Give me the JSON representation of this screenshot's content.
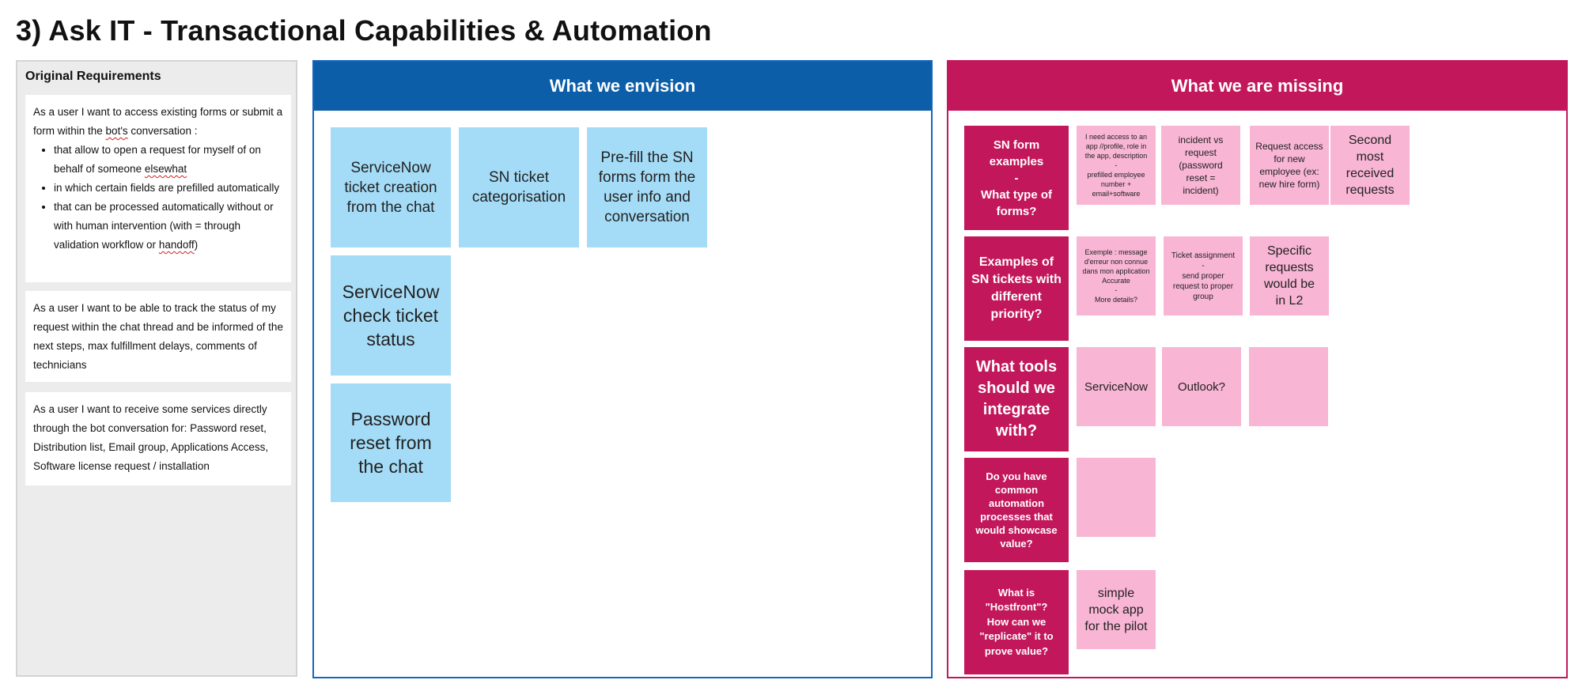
{
  "title": "3) Ask IT - Transactional Capabilities & Automation",
  "requirements": {
    "heading": "Original Requirements",
    "card1": {
      "intro_a": "As a user I want to access existing forms or submit a form within the ",
      "intro_b": "bot's",
      "intro_c": " conversation :",
      "b1_a": "that allow to open a request for myself of on behalf of someone ",
      "b1_b": "elsewhat",
      "b2": "in which certain fields are prefilled automatically",
      "b3_a": "that can be processed automatically without or with human intervention (with = through validation workflow or ",
      "b3_b": "handoff",
      "b3_c": ")"
    },
    "card2": "As a user I want to be able to track the status of my request within the chat thread and be informed of the next steps, max fulfillment delays, comments of technicians",
    "card3": "As a user I want to receive some services directly through the bot conversation for:  Password reset, Distribution list, Email group, Applications Access, Software license request / installation"
  },
  "envision": {
    "header": "What we envision",
    "stickies": [
      "ServiceNow ticket creation from the chat",
      "SN ticket categorisation",
      "Pre-fill the SN forms form the user info and conversation",
      "ServiceNow check ticket status",
      "Password reset from the chat"
    ]
  },
  "missing": {
    "header": "What we are missing",
    "rows": [
      {
        "question": "SN form examples\n-\nWhat type of forms?",
        "notes": [
          "I need access to an app //profile, role in the app, description\n-\nprefilled employee number + email+software",
          "incident vs request (password reset = incident)",
          "Request access for new employee (ex: new hire form)",
          "Second most received requests"
        ]
      },
      {
        "question": "Examples of SN tickets with different priority?",
        "notes": [
          "Exemple : message d'erreur non connue dans mon application\nAccurate\n-\nMore details?",
          "Ticket assignment\n-\nsend proper request to proper group",
          "Specific requests would be in L2"
        ]
      },
      {
        "question": "What tools should we integrate with?",
        "notes": [
          "ServiceNow",
          "Outlook?",
          ""
        ]
      },
      {
        "question": "Do you have common automation processes that would showcase value?",
        "notes": [
          ""
        ]
      },
      {
        "question": "What is \"Hostfront\"? How can we \"replicate\" it to prove value?",
        "notes": [
          "simple mock app for the pilot"
        ]
      }
    ]
  },
  "colors": {
    "envision": "#0d5ea8",
    "missing": "#c2185b",
    "sticky_blue": "#a4dcf7",
    "sticky_pink": "#f8b5d4"
  }
}
